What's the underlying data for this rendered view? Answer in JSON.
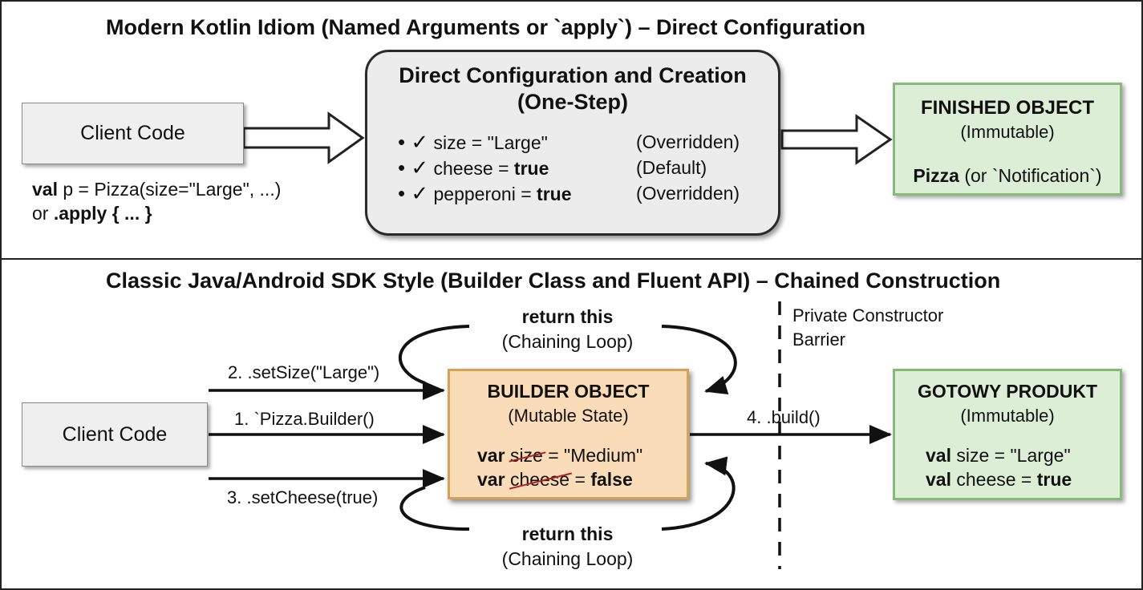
{
  "top": {
    "title": "Modern Kotlin Idiom (Named Arguments or `apply`) – Direct Configuration",
    "client_label": "Client Code",
    "code_line1_kw": "val",
    "code_line1_rest": " p = Pizza(size=\"Large\", ...)",
    "code_line2_pre": "or ",
    "code_line2_bold": ".apply { ... }",
    "config_title1": "Direct Configuration and Creation",
    "config_title2": "(One-Step)",
    "bullets": [
      {
        "check": "•  ✓",
        "prefix": "size = \"Large\"",
        "bold": "",
        "note": "(Overridden)"
      },
      {
        "check": "•  ✓",
        "prefix": "cheese = ",
        "bold": "true",
        "note": "(Default)"
      },
      {
        "check": "•  ✓",
        "prefix": "pepperoni = ",
        "bold": "true",
        "note": "(Overridden)"
      }
    ],
    "finished_title": "FINISHED OBJECT",
    "finished_sub": "(Immutable)",
    "finished_bold": "Pizza",
    "finished_rest": " (or `Notification`)"
  },
  "bottom": {
    "title": "Classic Java/Android SDK Style (Builder Class and Fluent API) – Chained Construction",
    "client_label": "Client Code",
    "step1": "1. `Pizza.Builder()",
    "step2": "2. .setSize(\"Large\")",
    "step3": "3. .setCheese(true)",
    "step4": "4. .build()",
    "loop_top_bold": "return this",
    "loop_top_sub": "(Chaining Loop)",
    "loop_bottom_bold": "return this",
    "loop_bottom_sub": "(Chaining Loop)",
    "builder_title": "BUILDER OBJECT",
    "builder_sub": "(Mutable State)",
    "builder_line1_kw": "var",
    "builder_line1_struck": "size",
    "builder_line1_rest": " = \"Medium\"",
    "builder_line2_kw": "var",
    "builder_line2_struck": "cheese",
    "builder_line2_rest_pre": " = ",
    "builder_line2_rest_bold": "false",
    "barrier_line1": "Private Constructor",
    "barrier_line2": "Barrier",
    "product_title": "GOTOWY PRODUKT",
    "product_sub": "(Immutable)",
    "product_line1_kw": "val",
    "product_line1_rest": " size = \"Large\"",
    "product_line2_kw": "val",
    "product_line2_rest": " cheese = ",
    "product_line2_bold": "true"
  },
  "colors": {
    "green_fill": "#dcefd6",
    "green_border": "#86b97a",
    "orange_fill": "#fbdcb8",
    "orange_border": "#d6a257",
    "gray_fill": "#ececec",
    "strike_red": "#b02020"
  },
  "icons": [
    "check-icon",
    "arrow-right-icon",
    "hollow-arrow-icon",
    "loop-arrow-icon",
    "dashed-barrier-line"
  ]
}
